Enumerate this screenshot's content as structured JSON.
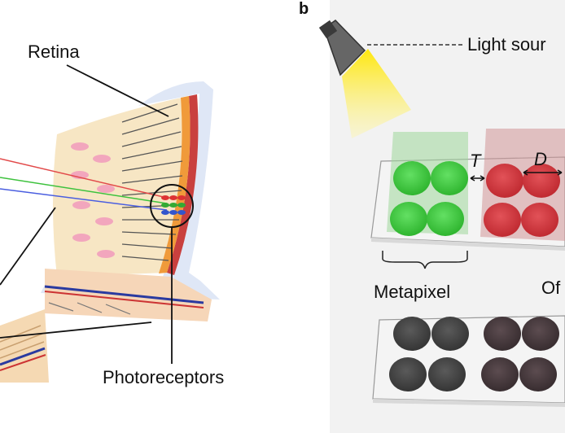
{
  "panel_b": {
    "letter": "b",
    "light_source_label": "Light sour",
    "metapixel_label": "Metapixel",
    "off_label": "Of",
    "spacing_label": "T",
    "diameter_label": "D"
  },
  "panel_a": {
    "retina_label": "Retina",
    "photoreceptors_label": "Photoreceptors"
  },
  "colors": {
    "green_disk": "#3fcf3f",
    "red_disk": "#d8383e",
    "dark_disk": "#474747",
    "dark_red_disk": "#4a3c3f",
    "retina_tissue": "#f7e6c4",
    "choroid": "#c9403e",
    "sclera": "#cfdcf0"
  }
}
